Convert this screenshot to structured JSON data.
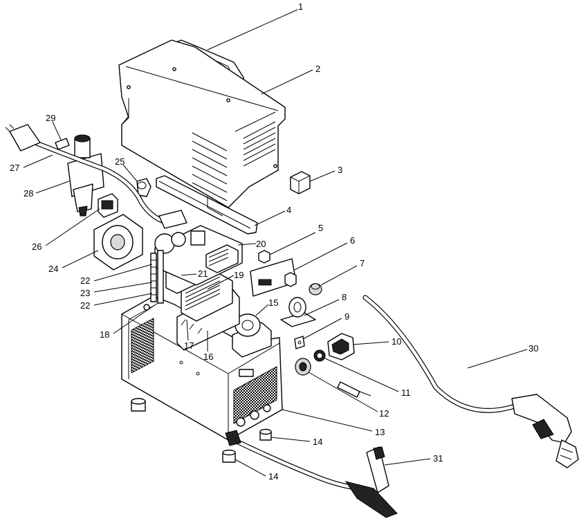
{
  "callouts": [
    {
      "id": "c1",
      "label": "1"
    },
    {
      "id": "c2",
      "label": "2"
    },
    {
      "id": "c3",
      "label": "3"
    },
    {
      "id": "c4",
      "label": "4"
    },
    {
      "id": "c5",
      "label": "5"
    },
    {
      "id": "c6",
      "label": "6"
    },
    {
      "id": "c7",
      "label": "7"
    },
    {
      "id": "c8",
      "label": "8"
    },
    {
      "id": "c9",
      "label": "9"
    },
    {
      "id": "c10",
      "label": "10"
    },
    {
      "id": "c11",
      "label": "11"
    },
    {
      "id": "c12",
      "label": "12"
    },
    {
      "id": "c13",
      "label": "13"
    },
    {
      "id": "c14a",
      "label": "14"
    },
    {
      "id": "c14b",
      "label": "14"
    },
    {
      "id": "c15",
      "label": "15"
    },
    {
      "id": "c16",
      "label": "16"
    },
    {
      "id": "c17",
      "label": "17"
    },
    {
      "id": "c18",
      "label": "18"
    },
    {
      "id": "c19",
      "label": "19"
    },
    {
      "id": "c20",
      "label": "20"
    },
    {
      "id": "c21",
      "label": "21"
    },
    {
      "id": "c22a",
      "label": "22"
    },
    {
      "id": "c22b",
      "label": "22"
    },
    {
      "id": "c23",
      "label": "23"
    },
    {
      "id": "c24",
      "label": "24"
    },
    {
      "id": "c25",
      "label": "25"
    },
    {
      "id": "c26",
      "label": "26"
    },
    {
      "id": "c27",
      "label": "27"
    },
    {
      "id": "c28",
      "label": "28"
    },
    {
      "id": "c29",
      "label": "29"
    },
    {
      "id": "c30",
      "label": "30"
    },
    {
      "id": "c31",
      "label": "31"
    }
  ]
}
